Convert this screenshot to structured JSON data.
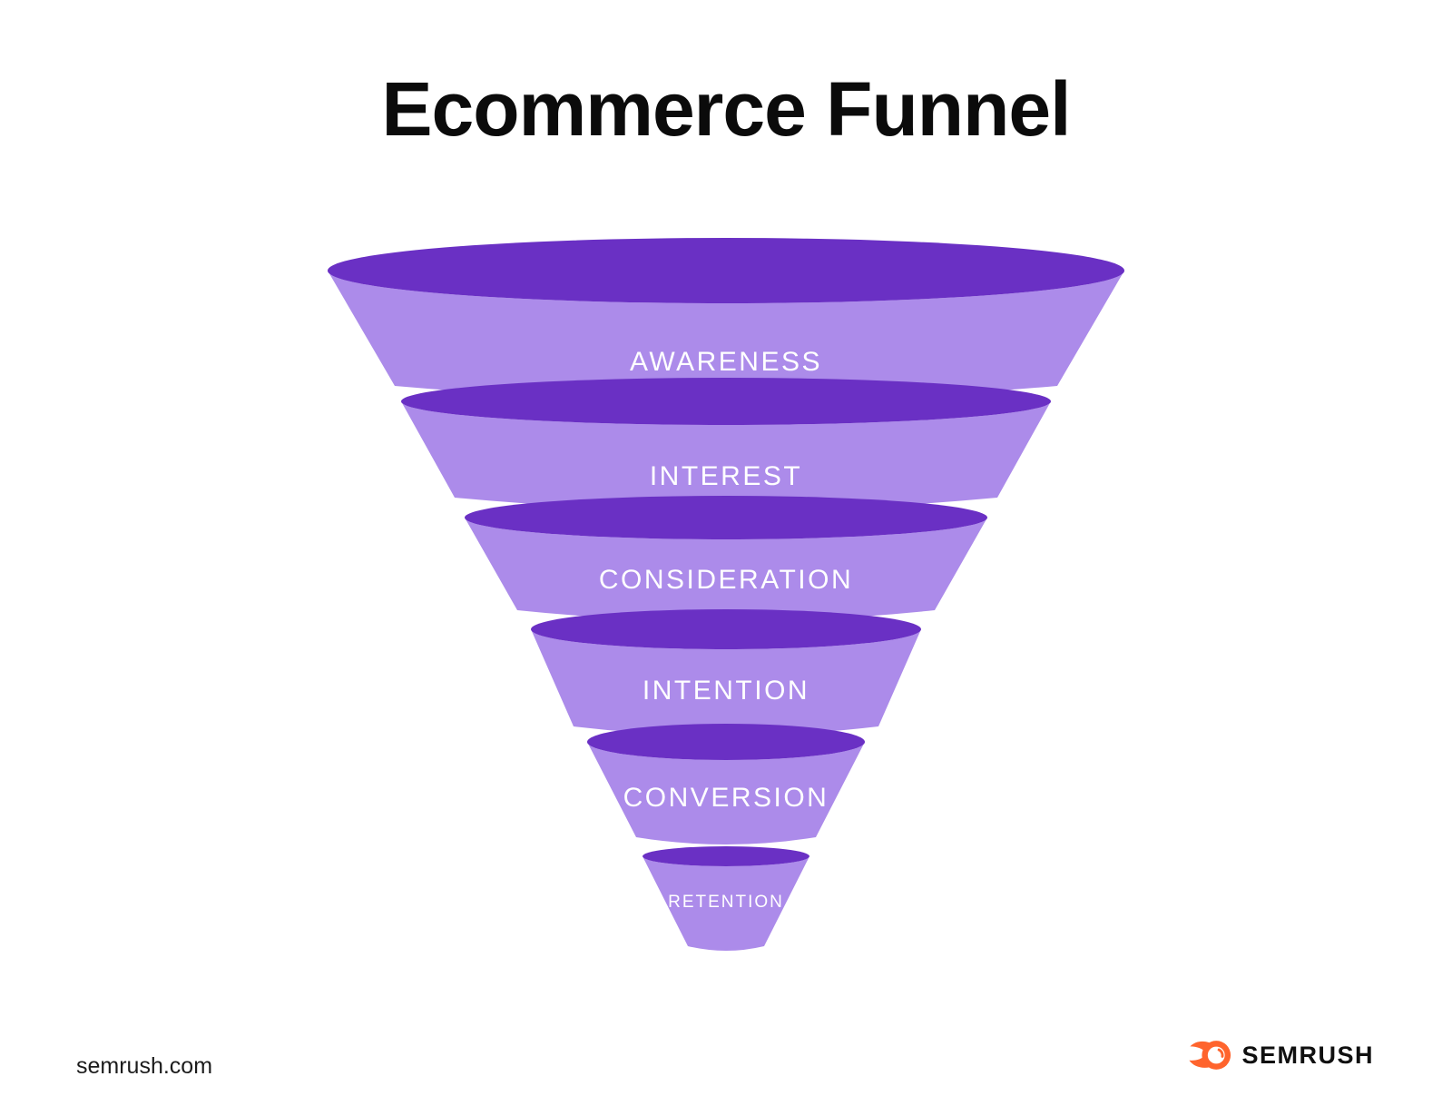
{
  "title": "Ecommerce Funnel",
  "funnel": {
    "stages": [
      {
        "label": "AWARENESS"
      },
      {
        "label": "INTEREST"
      },
      {
        "label": "CONSIDERATION"
      },
      {
        "label": "INTENTION"
      },
      {
        "label": "CONVERSION"
      },
      {
        "label": "RETENTION"
      }
    ],
    "colors": {
      "body": "#AC8BEA",
      "rim": "#6A30C4",
      "label": "#FFFFFF"
    }
  },
  "footer": {
    "website": "semrush.com",
    "logo_text": "SEMRUSH",
    "logo_color": "#FF642D"
  }
}
